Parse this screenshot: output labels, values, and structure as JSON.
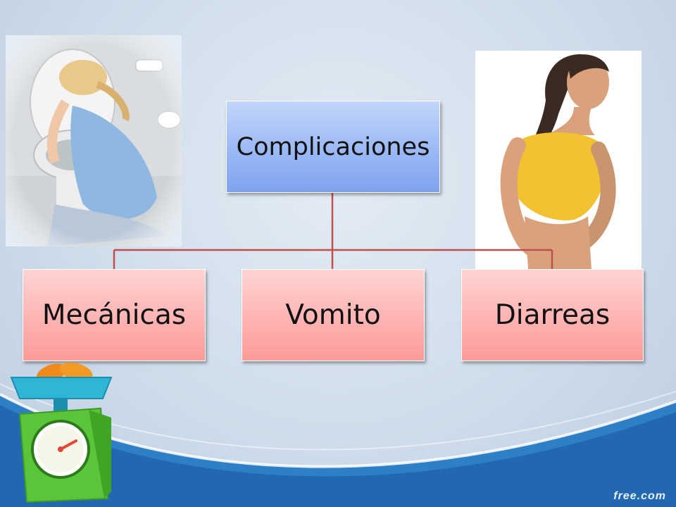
{
  "diagram": {
    "root": "Complicaciones",
    "children": [
      "Mecánicas",
      "Vomito",
      "Diarreas"
    ]
  },
  "colors": {
    "background": "#c9d8e8",
    "root_fill": "#97b6f4",
    "child_fill": "#ffb0b0",
    "connector": "#c0504d",
    "wave_blue": "#2f7fc6"
  },
  "footer": {
    "logo_text": "free.com"
  }
}
